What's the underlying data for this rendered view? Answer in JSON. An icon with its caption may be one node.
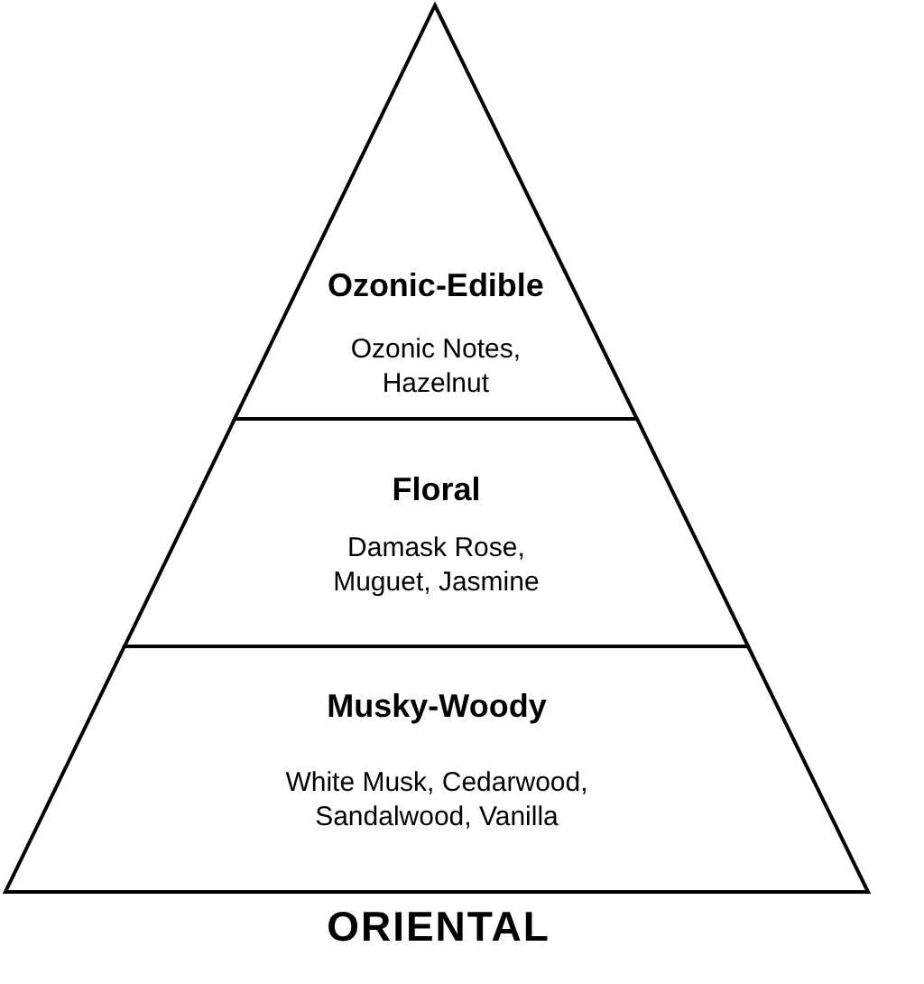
{
  "diagram": {
    "caption": "ORIENTAL",
    "nodes": [
      {
        "text": [
          "Ozonic-Edible",
          "Ozonic Notes, Hazelnut"
        ]
      },
      {
        "text": [
          "Floral",
          "Damask Rose, Muguet, Jasmine"
        ]
      },
      {
        "text": [
          "Musky-Woody",
          "White Musk, Cedarwood, Sandalwood, Vanilla"
        ]
      }
    ]
  }
}
